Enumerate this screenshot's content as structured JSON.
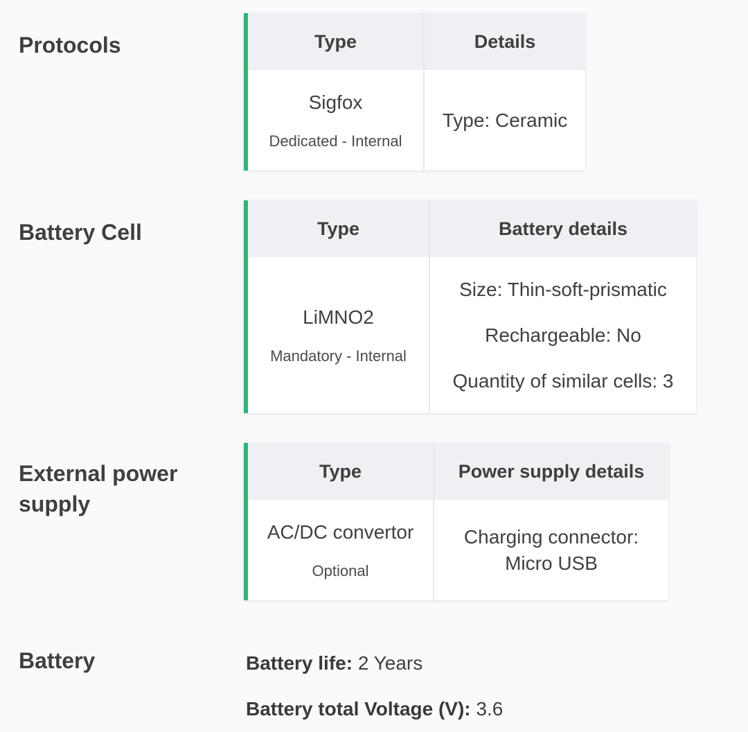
{
  "protocols": {
    "label": "Protocols",
    "type_header": "Type",
    "details_header": "Details",
    "type_value": "Sigfox",
    "type_sub": "Dedicated - Internal",
    "details": [
      "Type: Ceramic"
    ]
  },
  "battery_cell": {
    "label": "Battery Cell",
    "type_header": "Type",
    "details_header": "Battery details",
    "type_value": "LiMNO2",
    "type_sub": "Mandatory - Internal",
    "details": [
      "Size: Thin-soft-prismatic",
      "Rechargeable: No",
      "Quantity of similar cells: 3"
    ]
  },
  "external_power": {
    "label": "External power supply",
    "type_header": "Type",
    "details_header": "Power supply details",
    "type_value": "AC/DC convertor",
    "type_sub": "Optional",
    "details": [
      "Charging connector:",
      "Micro USB"
    ]
  },
  "battery": {
    "label": "Battery",
    "life_label": "Battery life:",
    "life_value": "2 Years",
    "voltage_label": "Battery total Voltage (V):",
    "voltage_value": "3.6"
  },
  "colors": {
    "accent_border": "#2bb673",
    "header_bg": "#eff0f3",
    "page_bg": "#fafafa"
  }
}
